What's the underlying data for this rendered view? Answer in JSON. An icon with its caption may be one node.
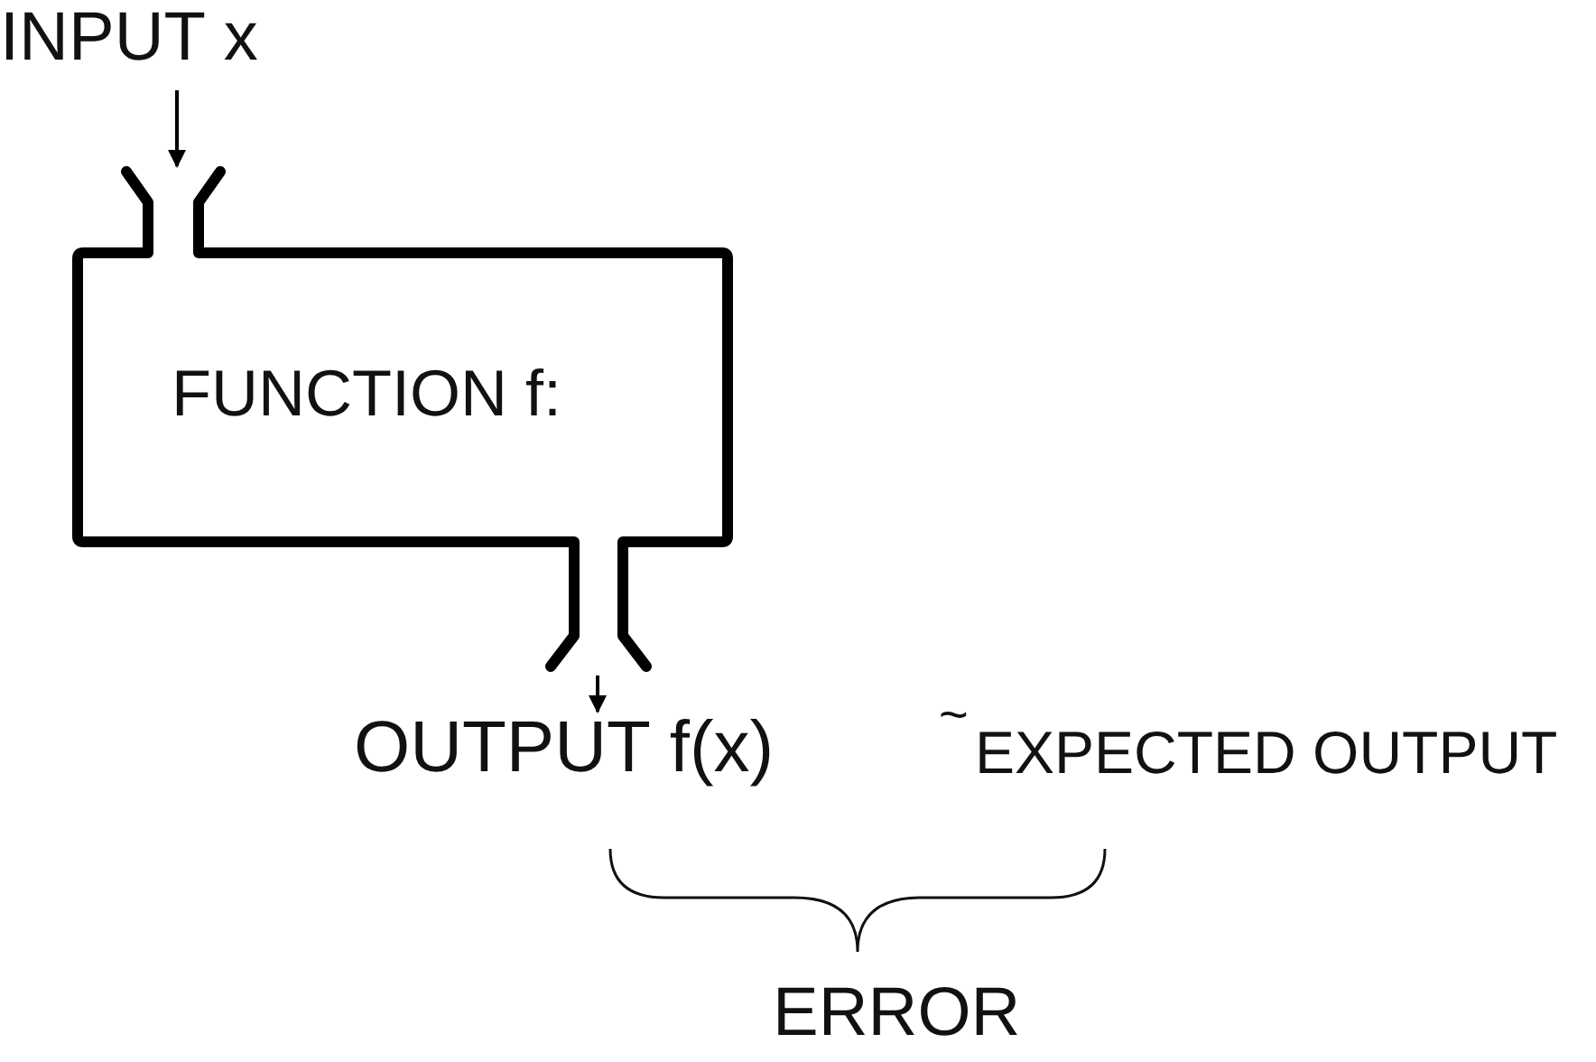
{
  "diagram": {
    "nodes": [
      {
        "text": [
          "INPUT x"
        ]
      },
      {
        "text": [
          "FUNCTION f:"
        ]
      },
      {
        "text": [
          "OUTPUT f(x)"
        ]
      }
    ],
    "edges": [
      {
        "from": 0,
        "to": 1,
        "arrow": "to"
      },
      {
        "from": 1,
        "to": 2,
        "arrow": "to"
      }
    ],
    "labels": [
      "~",
      "EXPECTED OUTPUT",
      "ERROR"
    ]
  }
}
